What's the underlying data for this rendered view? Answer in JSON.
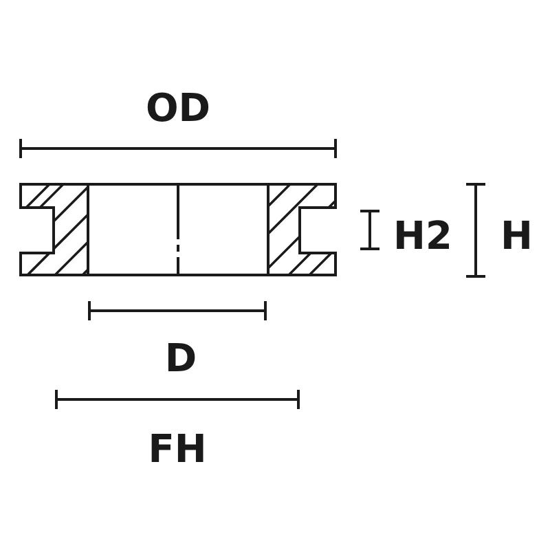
{
  "labels": {
    "od": "OD",
    "h2": "H2",
    "h": "H",
    "d": "D",
    "fh": "FH"
  },
  "colors": {
    "line": "#1a1a1a",
    "background": "#ffffff"
  }
}
